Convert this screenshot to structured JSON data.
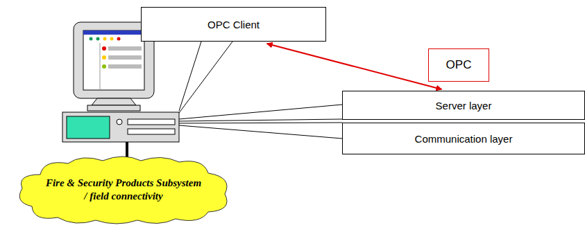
{
  "diagram": {
    "nodes": [
      {
        "text": [
          "OPC Client"
        ]
      },
      {
        "text": [
          "OPC"
        ]
      },
      {
        "text": [
          "Server layer"
        ]
      },
      {
        "text": [
          "Communication layer"
        ]
      },
      {
        "text": [
          "Fire & Security Products Subsystem / field connectivity"
        ]
      }
    ],
    "edges": [
      {
        "from": 0,
        "to": 2,
        "arrow": "both"
      }
    ]
  }
}
